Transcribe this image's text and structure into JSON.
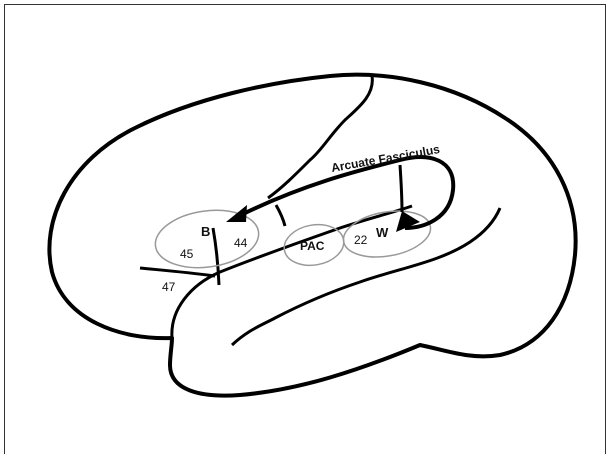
{
  "labels": {
    "arcuate": "Arcuate Fasciculus",
    "broca": "B",
    "area_44": "44",
    "area_45": "45",
    "area_47": "47",
    "pac": "PAC",
    "wernicke": "W",
    "area_22": "22"
  }
}
